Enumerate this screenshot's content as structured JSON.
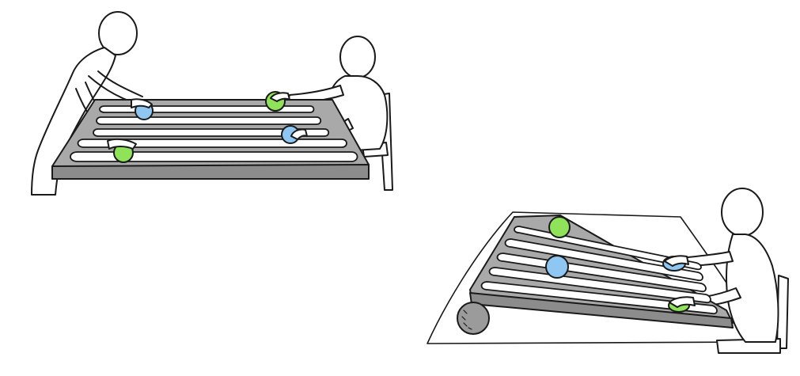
{
  "colors": {
    "background": "#ffffff",
    "outline": "#1a1a1a",
    "board_fill": "#a9a9a9",
    "board_edge": "#8c8c8c",
    "slot_fill": "#ffffff",
    "ball_green": "#8fe25a",
    "ball_blue": "#8fc6f2",
    "wedge_ball": "#9b9b9b",
    "mat": "#ffffff"
  },
  "scenes": [
    {
      "id": "flat-table",
      "people": 2,
      "board": "flat",
      "balls": [
        "blue",
        "green",
        "green",
        "blue"
      ]
    },
    {
      "id": "tilted-board",
      "people": 1,
      "board": "tilted",
      "balls": [
        "green",
        "blue",
        "blue",
        "green"
      ],
      "support": "ball"
    }
  ]
}
